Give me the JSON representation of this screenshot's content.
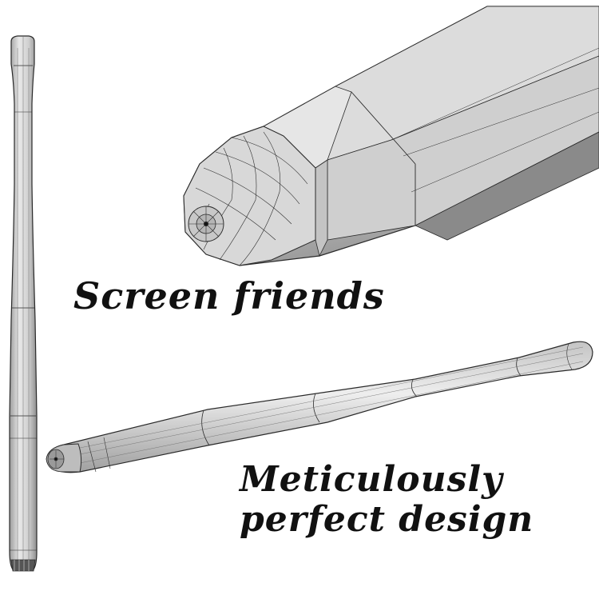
{
  "image": {
    "background": "#ffffff",
    "captions": {
      "line1": "Screen friends",
      "line2": "Meticulously",
      "line3": "perfect design"
    },
    "illustration_colors": {
      "body_fill": "#d6d6d6",
      "body_shade": "#a9a9a9",
      "wire": "#222222"
    }
  }
}
